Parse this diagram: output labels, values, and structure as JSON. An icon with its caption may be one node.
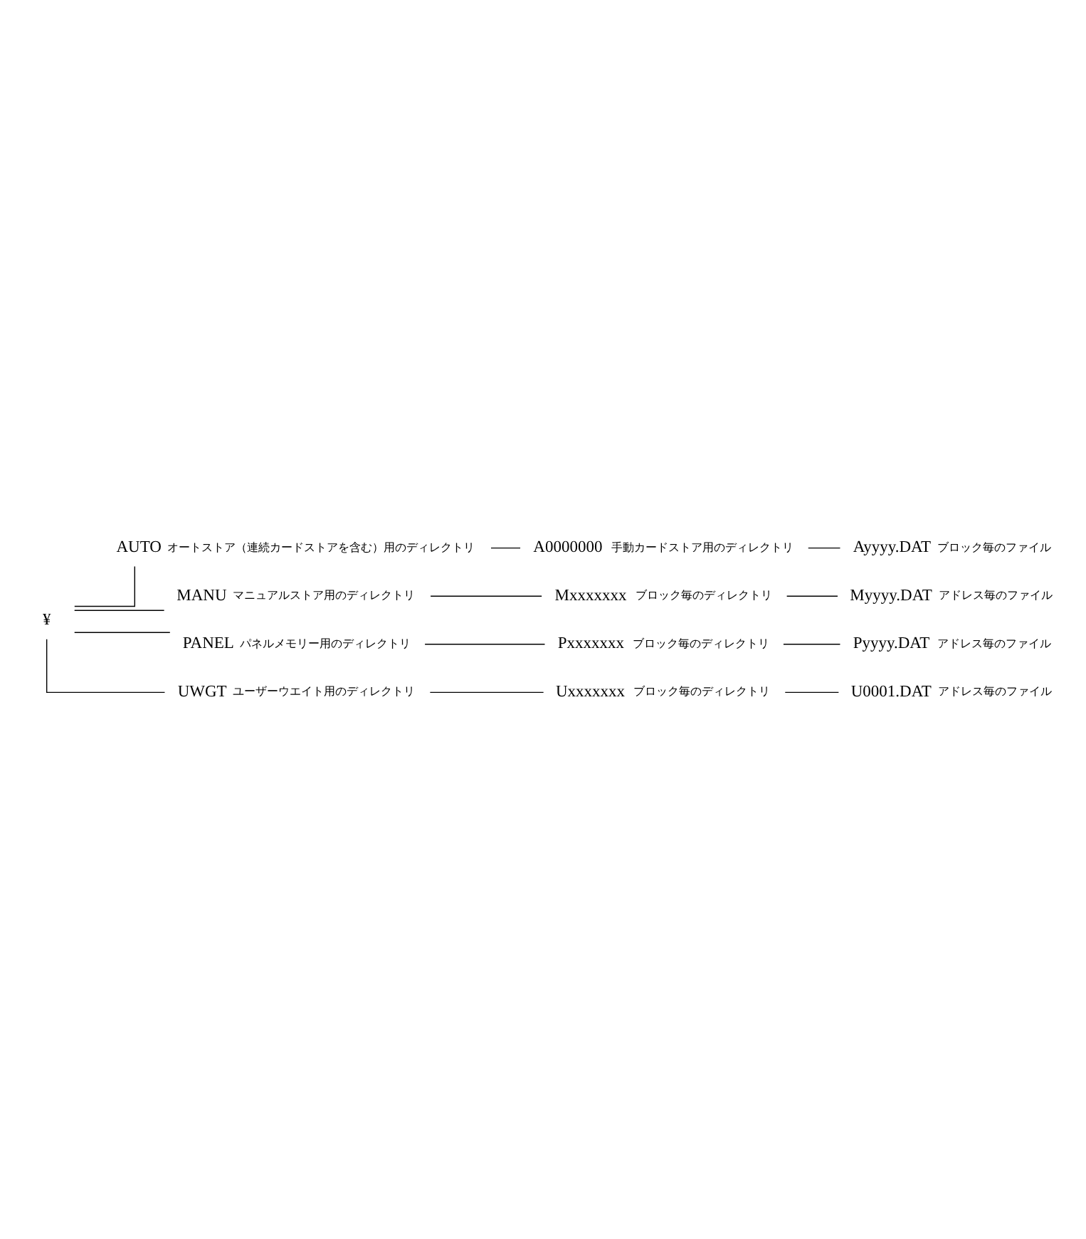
{
  "diagram": {
    "nodes": [
      {
        "text": [
          "¥"
        ]
      },
      {
        "text": [
          "AUTO"
        ],
        "beside": [
          "オートストア（連続カードストアを含む）用のディレクトリ"
        ]
      },
      {
        "text": [
          "A0000000"
        ],
        "beside": [
          "手動カードストア用のディレクトリ"
        ]
      },
      {
        "text": [
          "Ayyyy.DAT"
        ],
        "beside": [
          "ブロック毎のファイル"
        ]
      },
      {
        "text": [
          "MANU"
        ],
        "beside": [
          "マニュアルストア用のディレクトリ"
        ]
      },
      {
        "text": [
          "Mxxxxxxx"
        ],
        "beside": [
          "ブロック毎のディレクトリ"
        ]
      },
      {
        "text": [
          "Myyyy.DAT"
        ],
        "beside": [
          "アドレス毎のファイル"
        ]
      },
      {
        "text": [
          "PANEL"
        ],
        "beside": [
          "パネルメモリー用のディレクトリ"
        ]
      },
      {
        "text": [
          "Pxxxxxxx"
        ],
        "beside": [
          "ブロック毎のディレクトリ"
        ]
      },
      {
        "text": [
          "Pyyyy.DAT"
        ],
        "beside": [
          "アドレス毎のファイル"
        ]
      },
      {
        "text": [
          "UWGT"
        ],
        "beside": [
          "ユーザーウエイト用のディレクトリ"
        ]
      },
      {
        "text": [
          "Uxxxxxxx"
        ],
        "beside": [
          "ブロック毎のディレクトリ"
        ]
      },
      {
        "text": [
          "U0001.DAT"
        ],
        "beside": [
          "アドレス毎のファイル"
        ]
      }
    ],
    "edges": [
      {
        "from": 0,
        "to": 1,
        "arrow": "none"
      },
      {
        "from": 1,
        "to": 2,
        "arrow": "none"
      },
      {
        "from": 2,
        "to": 3,
        "arrow": "none"
      },
      {
        "from": 0,
        "to": 4,
        "arrow": "none"
      },
      {
        "from": 4,
        "to": 5,
        "arrow": "none"
      },
      {
        "from": 5,
        "to": 6,
        "arrow": "none"
      },
      {
        "from": 0,
        "to": 7,
        "arrow": "none"
      },
      {
        "from": 7,
        "to": 8,
        "arrow": "none"
      },
      {
        "from": 8,
        "to": 9,
        "arrow": "none"
      },
      {
        "from": 0,
        "to": 10,
        "arrow": "none"
      },
      {
        "from": 10,
        "to": 11,
        "arrow": "none"
      },
      {
        "from": 11,
        "to": 12,
        "arrow": "none"
      }
    ]
  }
}
